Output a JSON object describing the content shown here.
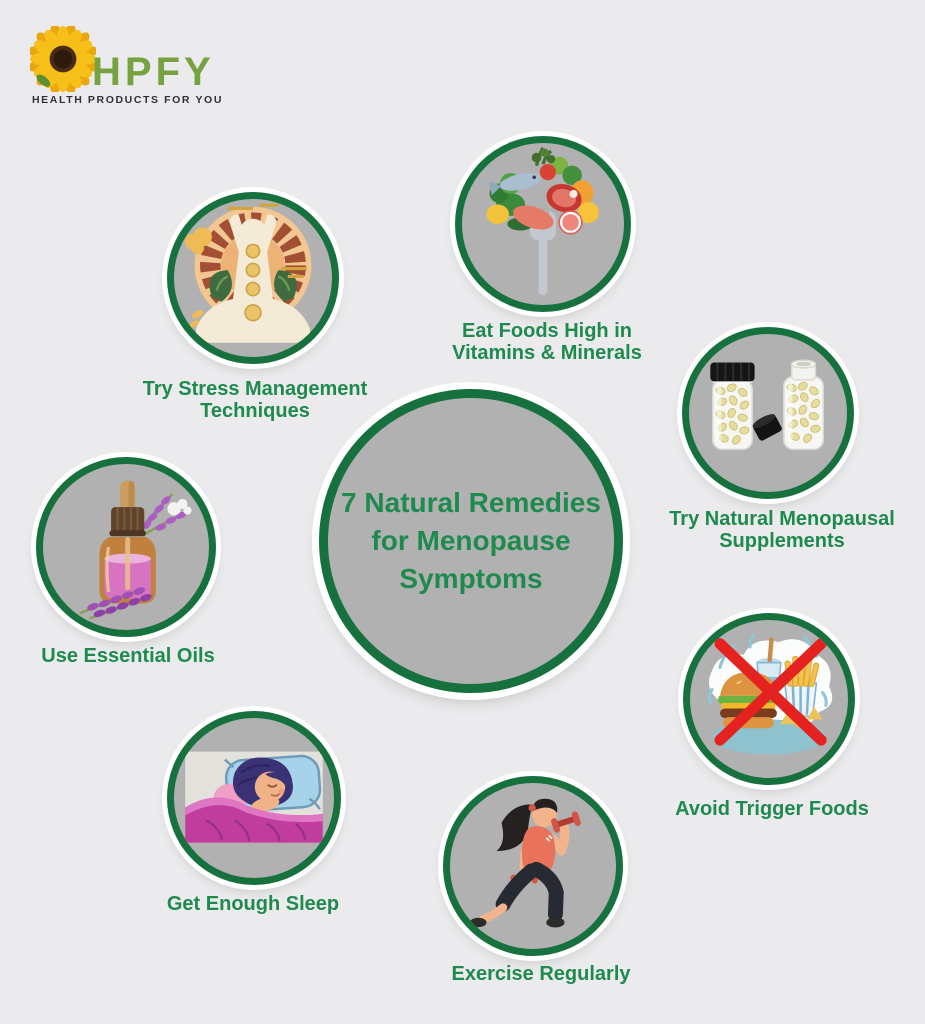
{
  "logo": {
    "brand": "HPFY",
    "tagline": "HEALTH PRODUCTS FOR YOU",
    "icon": "sunflower-icon",
    "brand_color": "#76a23f",
    "tagline_color": "#2f2f38"
  },
  "colors": {
    "background": "#ebebed",
    "circle_fill": "#b1b1b1",
    "ring_green": "#17713e",
    "label_green": "#1e8a4e",
    "cross_red": "#e42320"
  },
  "center": {
    "title_lines": [
      "7 Natural Remedies",
      "for Menopause",
      "Symptoms"
    ]
  },
  "nodes": [
    {
      "id": "stress-management",
      "icon": "meditation-illustration",
      "label_lines": [
        "Try Stress Management",
        "Techniques"
      ]
    },
    {
      "id": "eat-foods",
      "icon": "healthy-foods-fork-illustration",
      "label_lines": [
        "Eat Foods High in",
        "Vitamins & Minerals"
      ]
    },
    {
      "id": "supplements",
      "icon": "supplement-bottles-illustration",
      "label_lines": [
        "Try Natural Menopausal",
        "Supplements"
      ]
    },
    {
      "id": "avoid-trigger-foods",
      "icon": "crossed-fast-food-illustration",
      "label_lines": [
        "Avoid Trigger Foods"
      ]
    },
    {
      "id": "exercise",
      "icon": "exercise-woman-illustration",
      "label_lines": [
        "Exercise Regularly"
      ]
    },
    {
      "id": "sleep",
      "icon": "sleeping-woman-illustration",
      "label_lines": [
        "Get Enough Sleep"
      ]
    },
    {
      "id": "essential-oils",
      "icon": "essential-oil-bottle-illustration",
      "label_lines": [
        "Use Essential Oils"
      ]
    }
  ]
}
